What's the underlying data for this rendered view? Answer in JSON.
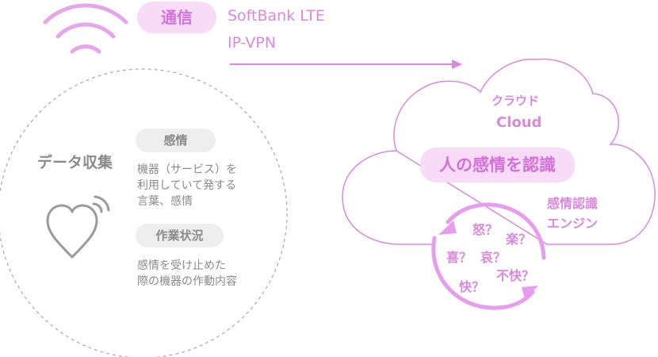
{
  "communication": {
    "label": "通信",
    "network_line1": "SoftBank LTE",
    "network_line2": "IP-VPN"
  },
  "data_collection": {
    "title": "データ収集",
    "emotion_tag": "感情",
    "emotion_desc": [
      "機器（サービス）を",
      "利用していて発する",
      "言葉、感情"
    ],
    "status_tag": "作業状況",
    "status_desc": [
      "感情を受け止めた",
      "際の機器の作動内容"
    ]
  },
  "cloud": {
    "label_jp": "クラウド",
    "label_en": "Cloud",
    "recognition": "人の感情を認識",
    "engine": [
      "感情認識",
      "エンジン"
    ],
    "emotions": [
      "怒？",
      "楽？",
      "喜？",
      "哀？",
      "不快？",
      "快？"
    ]
  },
  "colors": {
    "accent": "#d988dc",
    "accent_light": "#f7dbf7",
    "gray": "#8a8a8a"
  }
}
